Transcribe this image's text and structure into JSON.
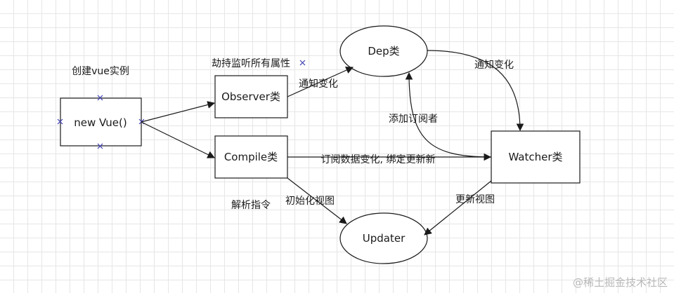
{
  "nodes": {
    "new_vue": "new Vue()",
    "observer": "Observer类",
    "compile": "Compile类",
    "dep": "Dep类",
    "watcher": "Watcher类",
    "updater": "Updater"
  },
  "labels": {
    "create_vue_instance": "创建vue实例",
    "hijack_listen": "劫持监听所有属性",
    "notify_change_left": "通知变化",
    "notify_change_right": "通知变化",
    "add_subscriber": "添加订阅者",
    "subscribe_bind": "订阅数据变化, 绑定更新新",
    "parse_directive": "解析指令",
    "init_view": "初始化视图",
    "update_view": "更新视图"
  },
  "watermark": "@稀土掘金技术社区",
  "colors": {
    "stroke": "#1a1a1a",
    "grid": "#e6e6e6",
    "marker": "#3b3bb0",
    "watermark": "#b8b8b8"
  }
}
